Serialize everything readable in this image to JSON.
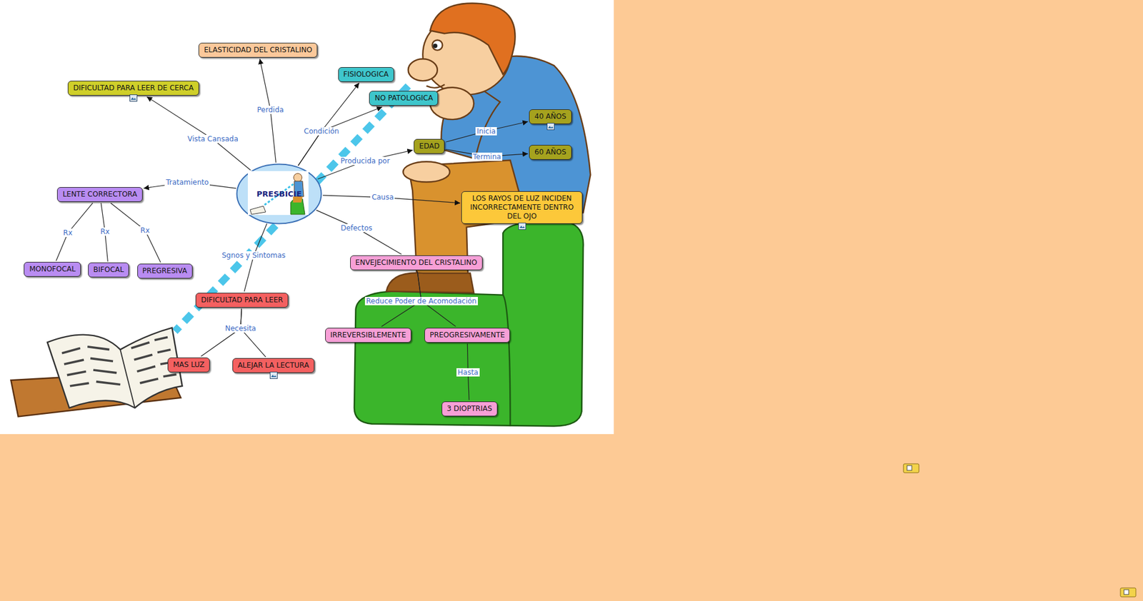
{
  "diagram": {
    "nodes": [
      {
        "text": [
          "PRESBICIE"
        ]
      },
      {
        "text": [
          "ELASTICIDAD DEL CRISTALINO"
        ]
      },
      {
        "text": [
          "DIFICULTAD PARA LEER DE CERCA"
        ]
      },
      {
        "text": [
          "FISIOLOGICA"
        ]
      },
      {
        "text": [
          "NO PATOLOGICA"
        ]
      },
      {
        "text": [
          "EDAD"
        ]
      },
      {
        "text": [
          "40 AÑOS"
        ]
      },
      {
        "text": [
          "60 AÑOS"
        ]
      },
      {
        "text": [
          "LOS RAYOS DE LUZ INCIDEN INCORRECTAMENTE DENTRO DEL OJO"
        ]
      },
      {
        "text": [
          "LENTE CORRECTORA"
        ]
      },
      {
        "text": [
          "MONOFOCAL"
        ]
      },
      {
        "text": [
          "BIFOCAL"
        ]
      },
      {
        "text": [
          "PREGRESIVA"
        ]
      },
      {
        "text": [
          "ENVEJECIMIENTO DEL CRISTALINO"
        ]
      },
      {
        "text": [
          "IRREVERSIBLEMENTE"
        ]
      },
      {
        "text": [
          "PREOGRESIVAMENTE"
        ]
      },
      {
        "text": [
          "3 DIOPTRIAS"
        ]
      },
      {
        "text": [
          "DIFICULTAD PARA LEER"
        ]
      },
      {
        "text": [
          "MAS LUZ"
        ]
      },
      {
        "text": [
          "ALEJAR LA LECTURA"
        ]
      }
    ],
    "edges": [
      {
        "from": 0,
        "to": 1,
        "label": "Perdida",
        "arrow": "to"
      },
      {
        "from": 0,
        "to": 2,
        "label": "Vista Cansada",
        "arrow": "to"
      },
      {
        "from": 0,
        "to": 3,
        "label": "Condición",
        "arrow": "to"
      },
      {
        "from": 0,
        "to": 4,
        "arrow": "to"
      },
      {
        "from": 0,
        "to": 5,
        "label": "Producida por",
        "arrow": "to"
      },
      {
        "from": 5,
        "to": 6,
        "label": "Inicia",
        "arrow": "to"
      },
      {
        "from": 5,
        "to": 7,
        "label": "Termina",
        "arrow": "to"
      },
      {
        "from": 0,
        "to": 8,
        "label": "Causa",
        "arrow": "to"
      },
      {
        "from": 0,
        "to": 9,
        "label": "Tratamiento",
        "arrow": "to"
      },
      {
        "from": 9,
        "to": 10,
        "label": "Rx",
        "arrow": "none"
      },
      {
        "from": 9,
        "to": 11,
        "label": "Rx",
        "arrow": "none"
      },
      {
        "from": 9,
        "to": 12,
        "label": "Rx",
        "arrow": "none"
      },
      {
        "from": 0,
        "to": 13,
        "label": "Defectos",
        "arrow": "none"
      },
      {
        "from": 13,
        "to": 14,
        "label": "Reduce Poder de Acomodación",
        "arrow": "none"
      },
      {
        "from": 13,
        "to": 15,
        "arrow": "none"
      },
      {
        "from": 15,
        "to": 16,
        "label": "Hasta",
        "arrow": "none"
      },
      {
        "from": 0,
        "to": 17,
        "label": "Sgnos y Sintomas",
        "arrow": "none"
      },
      {
        "from": 17,
        "to": 18,
        "label": "Necesita",
        "arrow": "none"
      },
      {
        "from": 17,
        "to": 19,
        "arrow": "none"
      }
    ]
  }
}
